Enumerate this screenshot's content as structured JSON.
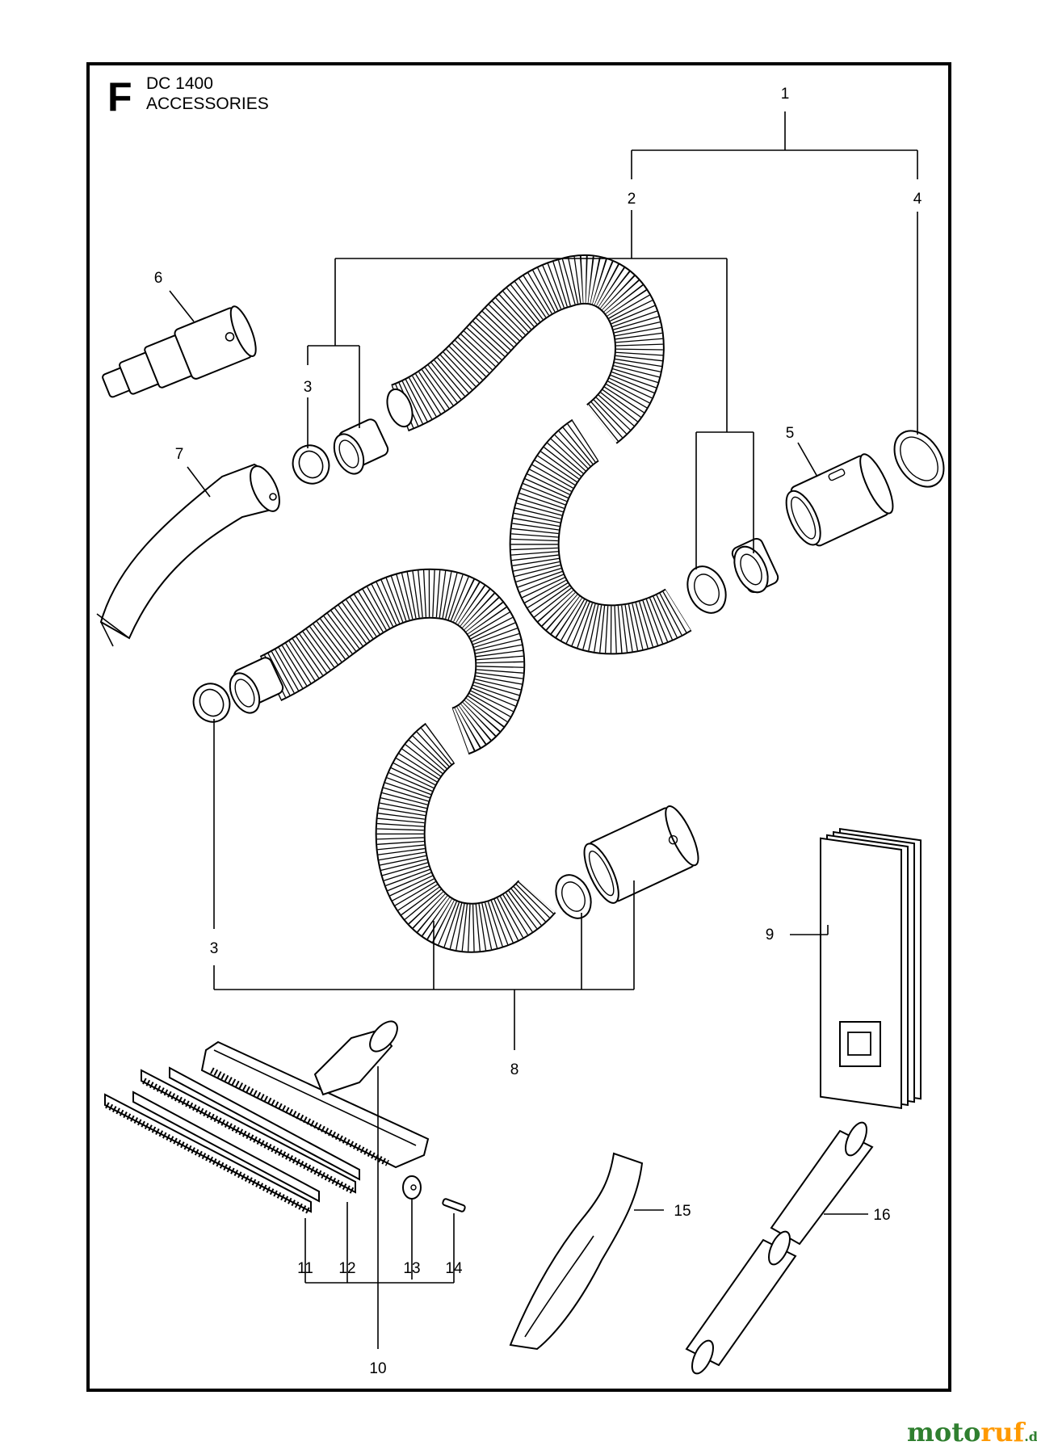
{
  "header": {
    "section_letter": "F",
    "model": "DC 1400",
    "title": "ACCESSORIES"
  },
  "callouts": [
    "1",
    "2",
    "3",
    "4",
    "5",
    "6",
    "7",
    "8",
    "9",
    "10",
    "11",
    "12",
    "13",
    "14",
    "15",
    "16"
  ],
  "watermark": {
    "brand_green": "moto",
    "brand_orange": "ruf",
    "suffix": ".de",
    "colors": {
      "green": "#2f7f2f",
      "orange": "#ff9900"
    }
  }
}
